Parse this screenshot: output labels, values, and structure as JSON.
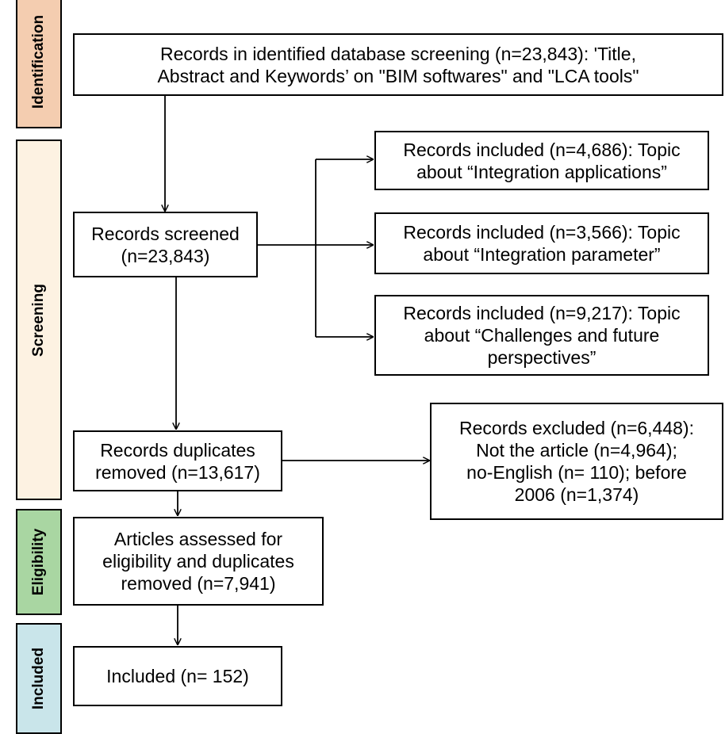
{
  "phases": {
    "identification": {
      "label": "Identification",
      "color": "#F4CDB0"
    },
    "screening": {
      "label": "Screening",
      "color": "#FDF2E2"
    },
    "eligibility": {
      "label": "Eligibility",
      "color": "#A9D6A2"
    },
    "included": {
      "label": "Included",
      "color": "#C9E5EA"
    }
  },
  "boxes": {
    "identified": {
      "line1": "Records in identified database screening (n=23,843):  'Title,",
      "line2": "Abstract and Keywords’  on \"BIM softwares\" and \"LCA tools\""
    },
    "screened": {
      "line1": "Records screened",
      "line2": "(n=23,843)"
    },
    "topic_applications": {
      "line1": "Records included (n=4,686): Topic",
      "line2": "about “Integration applications”"
    },
    "topic_parameter": {
      "line1": "Records included (n=3,566): Topic",
      "line2": "about “Integration parameter”"
    },
    "topic_challenges": {
      "line1": "Records included (n=9,217): Topic",
      "line2": "about “Challenges and future",
      "line3": "perspectives”"
    },
    "duplicates_removed": {
      "line1": "Records duplicates",
      "line2": "removed (n=13,617)"
    },
    "excluded": {
      "line1": "Records excluded (n=6,448):",
      "line2": "Not the article (n=4,964);",
      "line3": "no-English (n= 110); before",
      "line4": "2006 (n=1,374)"
    },
    "eligibility": {
      "line1": "Articles assessed for",
      "line2": "eligibility and duplicates",
      "line3": "removed (n=7,941)"
    },
    "included": {
      "line1": "Included (n= 152)"
    }
  }
}
